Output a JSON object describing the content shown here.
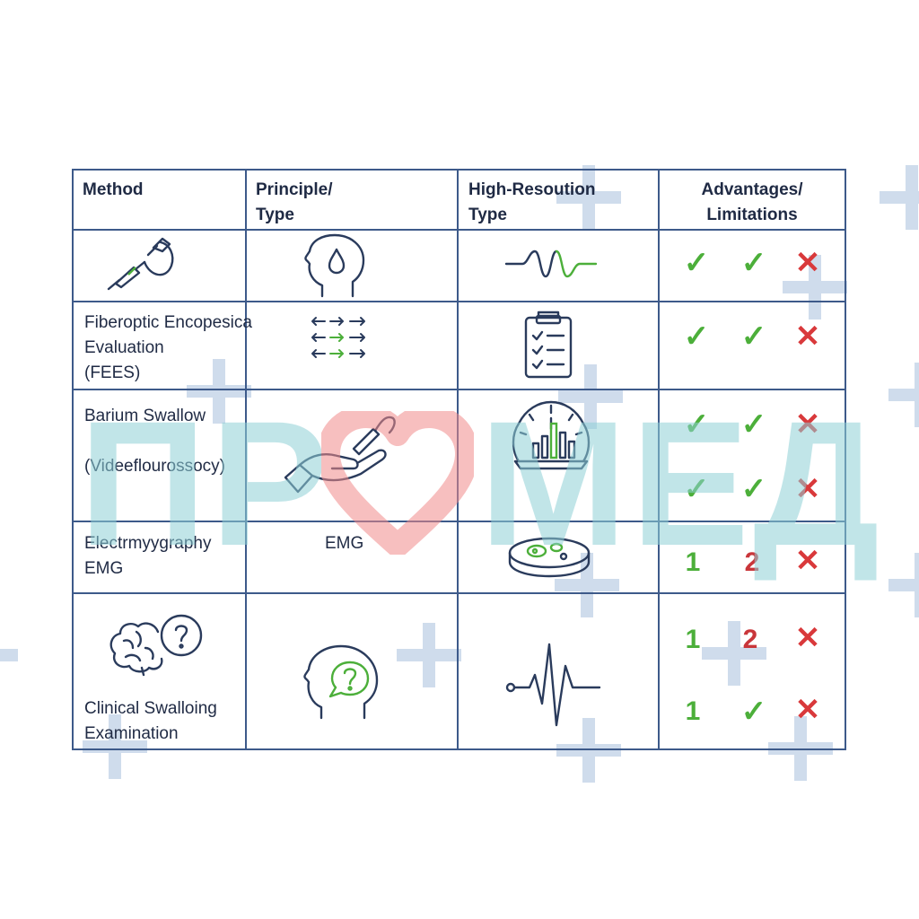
{
  "table": {
    "headers": [
      "Method",
      "Principle/\nType",
      "High-Resoution\nType",
      "Advantages/\nLimitations"
    ],
    "rows": [
      {
        "method": "",
        "principle": "",
        "highres": "",
        "marks": [
          "check",
          "check",
          "cross"
        ]
      },
      {
        "method": "Fiberoptic Encopesica\nEvaluation\n(FEES)",
        "principle": "",
        "highres": "",
        "marks": [
          "check",
          "check",
          "cross"
        ]
      },
      {
        "method_line1": "Barium Swallow",
        "method_line2": "(Videeflourossocy)",
        "principle": "",
        "highres": "",
        "marks": [
          "check",
          "check",
          "cross"
        ],
        "marks2": [
          "check",
          "check",
          "cross"
        ]
      },
      {
        "method": "Electrmyygraphy\nEMG",
        "principle": "EMG",
        "highres": "",
        "marks": [
          "1",
          "2",
          "cross"
        ]
      },
      {
        "method": "Clinical Swalloing\nExamination",
        "principle": "",
        "highres": "",
        "marks": [
          "1",
          "2",
          "cross"
        ],
        "marks2": [
          "1",
          "check",
          "cross"
        ]
      }
    ]
  },
  "symbols": {
    "check": "✓",
    "cross": "✕",
    "one": "1",
    "two": "2"
  },
  "watermark": {
    "left": "ПР",
    "right": "МЕД"
  },
  "colors": {
    "border": "#3d5a8a",
    "check": "#4caf3a",
    "cross": "#d9393b",
    "watermark": "#8fd1d7",
    "heart": "#f28b8b"
  },
  "icons": [
    "endoscope-icon",
    "head-drop-icon",
    "waveform-icon",
    "arrows-icon",
    "clipboard-checklist-icon",
    "hand-instrument-icon",
    "gauge-chart-icon",
    "petri-dish-icon",
    "brain-question-icon",
    "head-question-icon",
    "ecg-icon"
  ]
}
